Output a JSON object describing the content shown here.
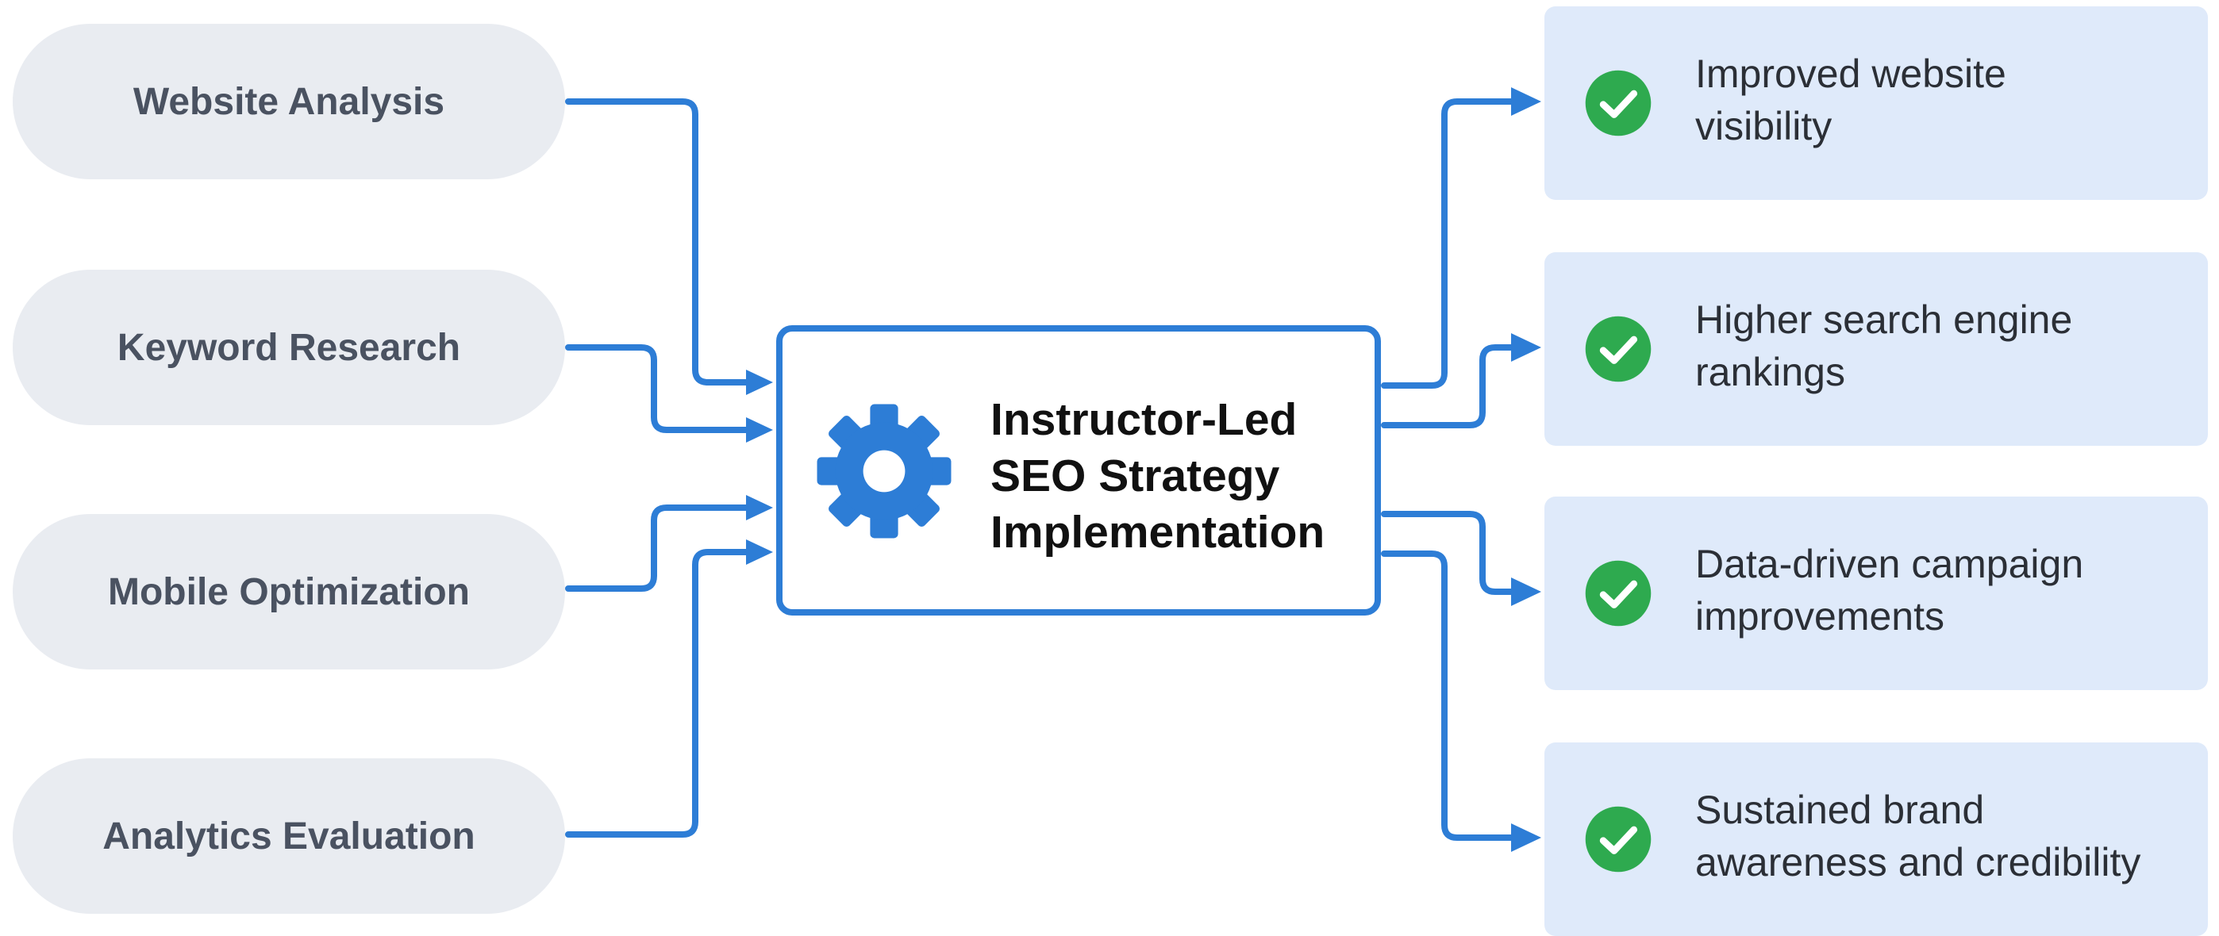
{
  "inputs": [
    {
      "label": "Website Analysis"
    },
    {
      "label": "Keyword Research"
    },
    {
      "label": "Mobile Optimization"
    },
    {
      "label": "Analytics Evaluation"
    }
  ],
  "center": {
    "lines": [
      "Instructor-Led",
      "SEO Strategy",
      "Implementation"
    ],
    "icon": "gear-icon"
  },
  "outcomes": [
    {
      "lines": [
        "Improved website",
        "visibility"
      ],
      "icon": "check-circle-icon"
    },
    {
      "lines": [
        "Higher search engine",
        "rankings"
      ],
      "icon": "check-circle-icon"
    },
    {
      "lines": [
        "Data-driven campaign",
        "improvements"
      ],
      "icon": "check-circle-icon"
    },
    {
      "lines": [
        "Sustained brand",
        "awareness and credibility"
      ],
      "icon": "check-circle-icon"
    }
  ],
  "colors": {
    "accent": "#2d7dd6",
    "pill_bg": "#e9ecf1",
    "card_bg": "#dfeafa",
    "check": "#2eaa4f"
  }
}
